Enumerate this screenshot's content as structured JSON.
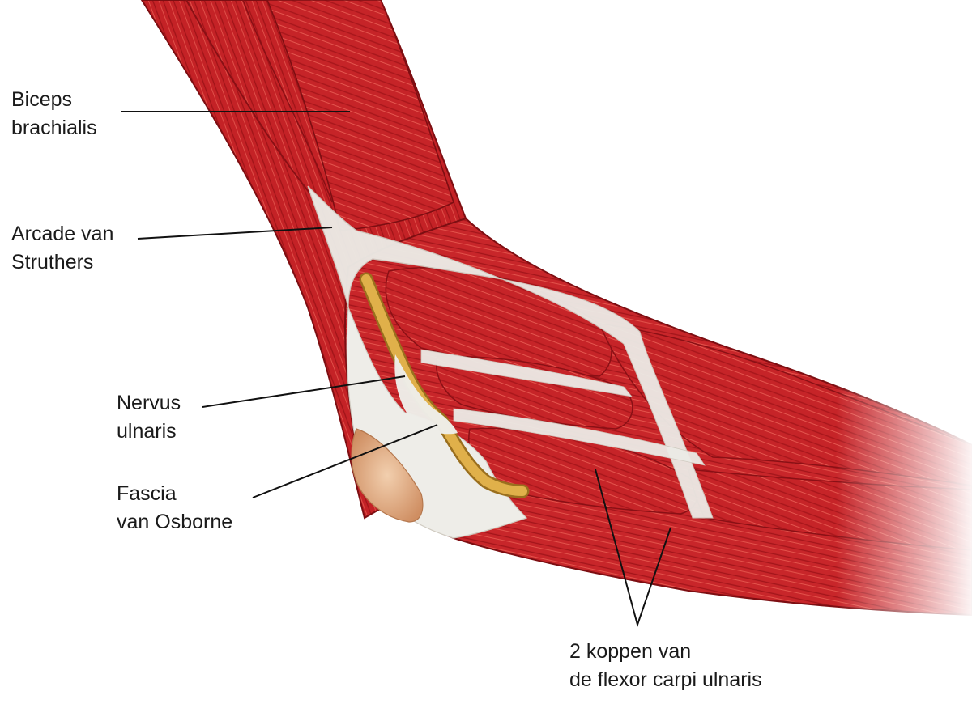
{
  "labels": {
    "biceps": {
      "line1": "Biceps",
      "line2": "brachialis"
    },
    "arcade": {
      "line1": "Arcade van",
      "line2": "Struthers"
    },
    "nervus": {
      "line1": "Nervus",
      "line2": "ulnaris"
    },
    "fascia": {
      "line1": "Fascia",
      "line2": "van Osborne"
    },
    "fcu": {
      "line1": "2 koppen van",
      "line2": "de flexor carpi ulnaris"
    }
  },
  "colors": {
    "muscle_dark": "#a8141a",
    "muscle": "#c9262a",
    "muscle_light": "#e0504a",
    "fascia": "#ecebe6",
    "nerve": "#d6a23a",
    "bone": "#e6b48e",
    "leader": "#111111"
  }
}
